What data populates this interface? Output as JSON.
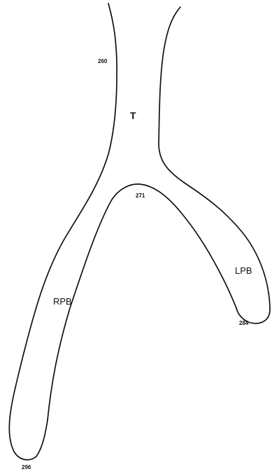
{
  "labels": {
    "trachea": "T",
    "right_bronchus": "RPB",
    "left_bronchus": "LPB"
  },
  "markers": {
    "top": "260",
    "carina": "271",
    "left_tip": "284",
    "right_tip": "296"
  },
  "colors": {
    "stroke": "#111111",
    "background": "#ffffff"
  }
}
